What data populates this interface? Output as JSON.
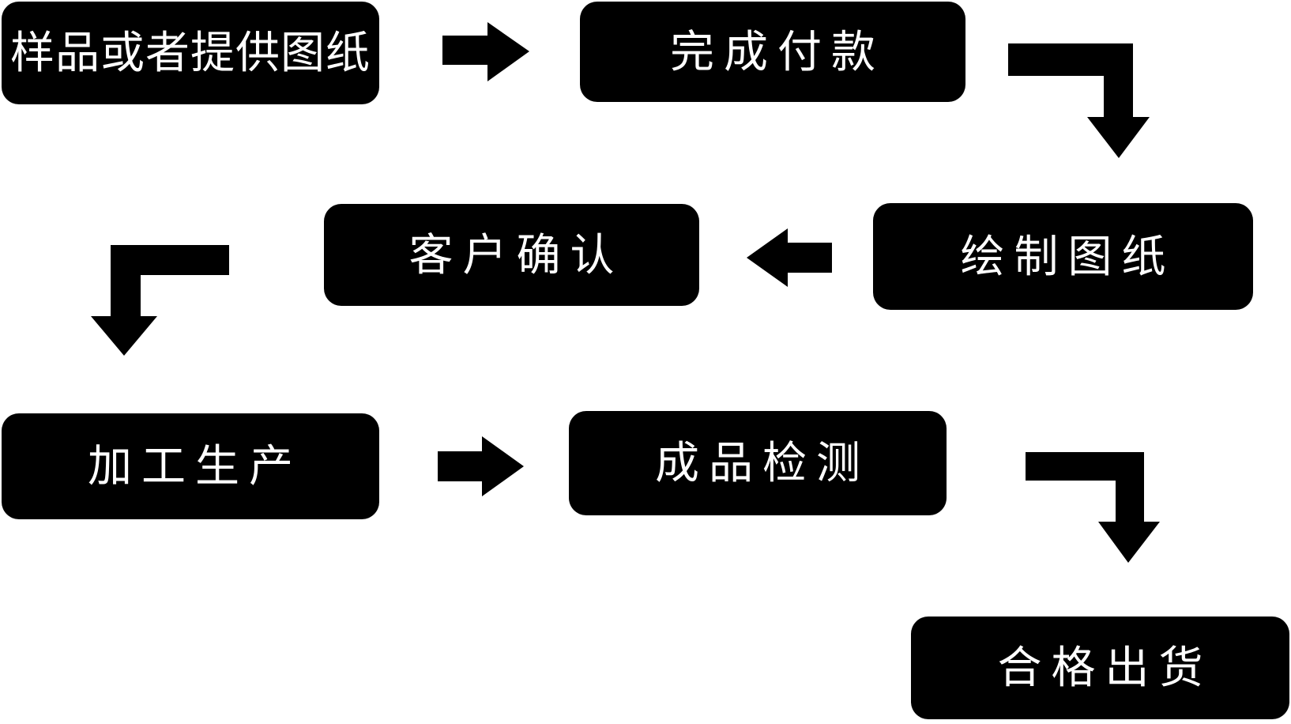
{
  "diagram": {
    "title": "production-process-flowchart",
    "background_color": "#ffffff",
    "node_fill_color": "#000000",
    "node_text_color": "#ffffff",
    "arrow_color": "#000000"
  },
  "nodes": [
    {
      "id": "sample-or-provide-drawing",
      "label": "样品或者提供图纸"
    },
    {
      "id": "complete-payment",
      "label": "完成付款"
    },
    {
      "id": "customer-confirmation",
      "label": "客户确认"
    },
    {
      "id": "draw-drawings",
      "label": "绘制图纸"
    },
    {
      "id": "processing-production",
      "label": "加工生产"
    },
    {
      "id": "finished-product-inspection",
      "label": "成品检测"
    },
    {
      "id": "qualified-shipment",
      "label": "合格出货"
    }
  ],
  "edges": [
    {
      "from": "样品或者提供图纸",
      "to": "完成付款",
      "shape": "straight-right"
    },
    {
      "from": "完成付款",
      "to": "绘制图纸",
      "shape": "elbow-right-down"
    },
    {
      "from": "绘制图纸",
      "to": "客户确认",
      "shape": "straight-left"
    },
    {
      "from": "客户确认",
      "to": "加工生产",
      "shape": "elbow-left-down"
    },
    {
      "from": "加工生产",
      "to": "成品检测",
      "shape": "straight-right"
    },
    {
      "from": "成品检测",
      "to": "合格出货",
      "shape": "elbow-right-down"
    }
  ]
}
